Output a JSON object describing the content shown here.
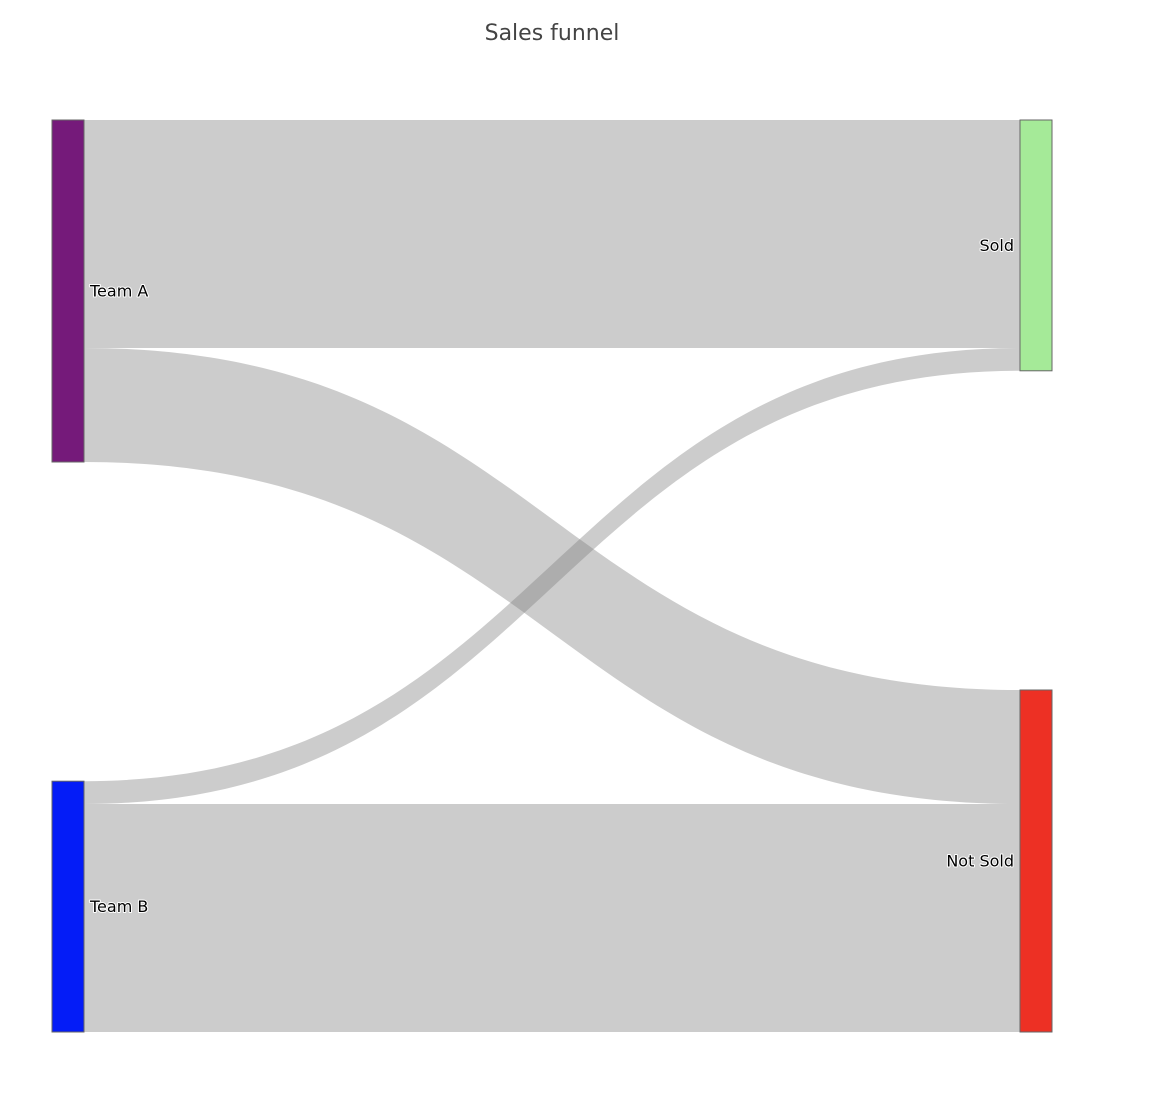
{
  "chart_data": {
    "type": "sankey",
    "title": "Sales funnel",
    "nodes": [
      {
        "id": "team_a",
        "label": "Team A",
        "color": "#751a7a",
        "column": 0
      },
      {
        "id": "team_b",
        "label": "Team B",
        "color": "#041cf7",
        "column": 0
      },
      {
        "id": "sold",
        "label": "Sold",
        "color": "#a5ea98",
        "column": 1
      },
      {
        "id": "not_sold",
        "label": "Not Sold",
        "color": "#ed3024",
        "column": 1
      }
    ],
    "links": [
      {
        "source": "team_a",
        "target": "sold",
        "value": 20
      },
      {
        "source": "team_a",
        "target": "not_sold",
        "value": 10
      },
      {
        "source": "team_b",
        "target": "sold",
        "value": 2
      },
      {
        "source": "team_b",
        "target": "not_sold",
        "value": 20
      }
    ],
    "link_color": "#808080"
  }
}
